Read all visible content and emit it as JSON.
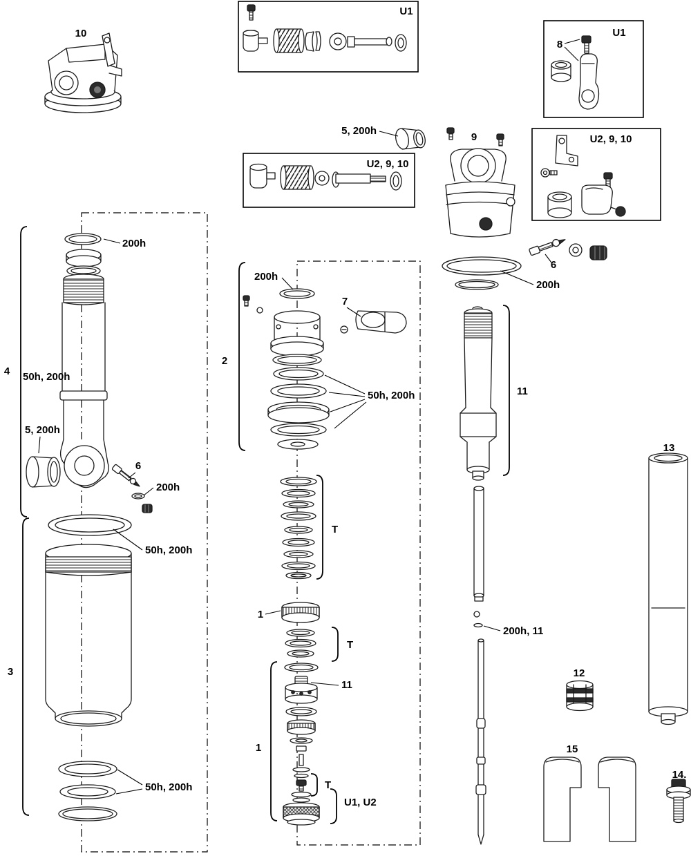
{
  "callouts": {
    "part10": "10",
    "kit_u1_top": "U1",
    "kit_u1_right": "U1",
    "part8": "8",
    "service_5_200h_top": "5, 200h",
    "part9": "9",
    "kit_u2_9_10_right": "U2, 9, 10",
    "kit_u2_9_10_mid": "U2, 9, 10",
    "part6_right": "6",
    "service_200h_right": "200h",
    "service_200h_left_top": "200h",
    "service_200h_mid": "200h",
    "part7": "7",
    "part2": "2",
    "part4": "4",
    "service_50h_200h_left_upper": "50h, 200h",
    "service_50h_200h_mid": "50h, 200h",
    "part11_right": "11",
    "service_5_200h_left": "5, 200h",
    "part6_left": "6",
    "service_200h_left_small": "200h",
    "part13": "13",
    "t_upper": "T",
    "service_50h_200h_left_mid": "50h, 200h",
    "part1_upper": "1",
    "service_200h_11": "200h, 11",
    "t_mid": "T",
    "part3": "3",
    "part12": "12",
    "part11_mid": "11",
    "part1_lower": "1",
    "part15": "15",
    "part14": "14.",
    "t_lower": "T",
    "service_50h_200h_left_bottom": "50h, 200h",
    "kit_u1_u2": "U1, U2"
  }
}
